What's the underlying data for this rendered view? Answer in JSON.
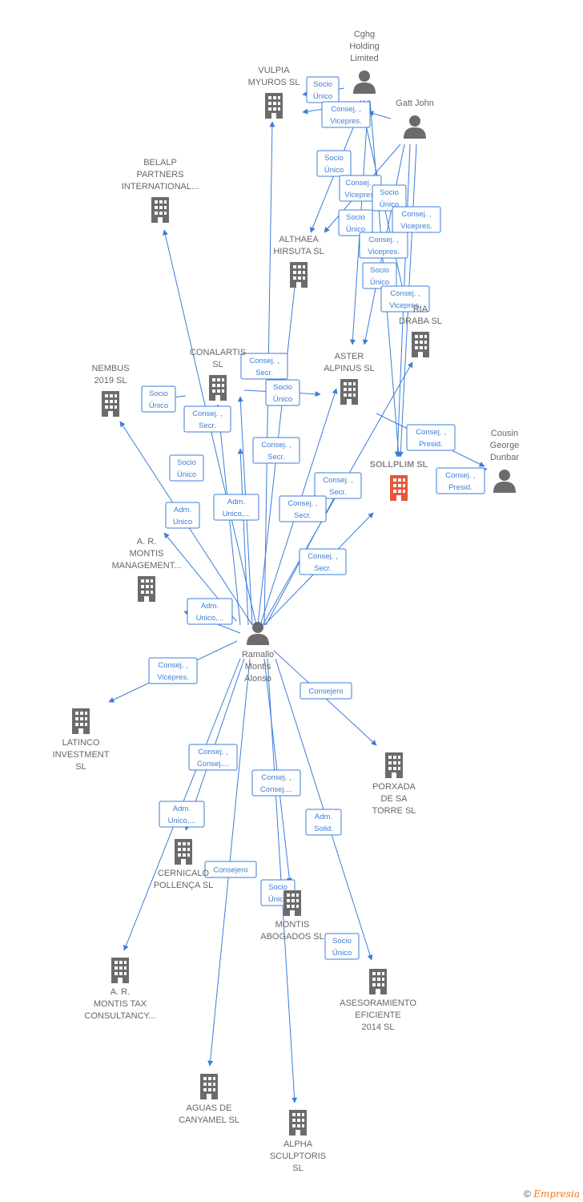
{
  "colors": {
    "company": "#6b6b6b",
    "focus_company": "#e8563a",
    "person": "#6b6b6b",
    "edge": "#3b7dd8"
  },
  "footer": {
    "copyright": "©",
    "brand": "Empresia"
  },
  "nodes": [
    {
      "id": "cghg",
      "type": "person",
      "label": [
        "Cghg",
        "Holding",
        "Limited"
      ]
    },
    {
      "id": "gatt",
      "type": "person",
      "label": [
        "Gatt John"
      ]
    },
    {
      "id": "vulpia",
      "type": "company",
      "label": [
        "VULPIA",
        "MYUROS  SL"
      ]
    },
    {
      "id": "belalp",
      "type": "company",
      "label": [
        "BELALP",
        "PARTNERS",
        "INTERNATIONAL..."
      ]
    },
    {
      "id": "althaea",
      "type": "company",
      "label": [
        "ALTHAEA",
        "HIRSUTA  SL"
      ]
    },
    {
      "id": "draba",
      "type": "company",
      "label": [
        "RIA",
        "DRABA  SL"
      ]
    },
    {
      "id": "conalartis",
      "type": "company",
      "label": [
        "CONALARTIS",
        "SL"
      ]
    },
    {
      "id": "aster",
      "type": "company",
      "label": [
        "ASTER",
        "ALPINUS  SL"
      ]
    },
    {
      "id": "nembus",
      "type": "company",
      "label": [
        "NEMBUS",
        "2019  SL"
      ]
    },
    {
      "id": "sollplim",
      "type": "company",
      "focus": true,
      "label": [
        "SOLLPLIM  SL"
      ]
    },
    {
      "id": "cousin",
      "type": "person",
      "label": [
        "Cousin",
        "George",
        "Dunbar"
      ]
    },
    {
      "id": "armontis",
      "type": "company",
      "label": [
        "A. R.",
        "MONTIS",
        "MANAGEMENT..."
      ]
    },
    {
      "id": "ramallo",
      "type": "person",
      "label": [
        "Ramallo",
        "Montis",
        "Alonso"
      ]
    },
    {
      "id": "latinco",
      "type": "company",
      "label": [
        "LATINCO",
        "INVESTMENT",
        "SL"
      ]
    },
    {
      "id": "porxada",
      "type": "company",
      "label": [
        "PORXADA",
        "DE SA",
        "TORRE SL"
      ]
    },
    {
      "id": "cernicalo",
      "type": "company",
      "label": [
        "CERNICALO",
        "POLLENÇA  SL"
      ]
    },
    {
      "id": "montisabog",
      "type": "company",
      "label": [
        "MONTIS",
        "ABOGADOS SL"
      ]
    },
    {
      "id": "armontistax",
      "type": "company",
      "label": [
        "A.  R.",
        "MONTIS TAX",
        "CONSULTANCY..."
      ]
    },
    {
      "id": "asesoramiento",
      "type": "company",
      "label": [
        "ASESORAMIENTO",
        "EFICIENTE",
        "2014  SL"
      ]
    },
    {
      "id": "aguas",
      "type": "company",
      "label": [
        "AGUAS DE",
        "CANYAMEL SL"
      ]
    },
    {
      "id": "alpha",
      "type": "company",
      "label": [
        "ALPHA",
        "SCULPTORIS",
        "SL"
      ]
    }
  ],
  "relations": [
    [
      "Socio",
      "Único"
    ],
    [
      "Consej. ,",
      "Vicepres."
    ],
    [
      "Socio",
      "Único"
    ],
    [
      "Consej. ,",
      "Vicepres."
    ],
    [
      "Socio",
      "Único"
    ],
    [
      "Socio",
      "Único"
    ],
    [
      "Consej. ,",
      "Vicepres."
    ],
    [
      "Consej. ,",
      "Vicepres."
    ],
    [
      "Socio",
      "Único"
    ],
    [
      "Consej. ,",
      "Vicepres."
    ],
    [
      "Consej. ,",
      "Secr."
    ],
    [
      "Socio",
      "Único"
    ],
    [
      "Socio",
      "Único"
    ],
    [
      "Consej. ,",
      "Secr."
    ],
    [
      "Consej. ,",
      "Presid."
    ],
    [
      "Consej. ,",
      "Presid."
    ],
    [
      "Consej. ,",
      "Secr."
    ],
    [
      "Socio",
      "Único"
    ],
    [
      "Consej. ,",
      "Secr."
    ],
    [
      "Adm.",
      "Unico"
    ],
    [
      "Adm.",
      "Unico,..."
    ],
    [
      "Consej. ,",
      "Secr."
    ],
    [
      "Consej. ,",
      "Secr."
    ],
    [
      "Adm.",
      "Unico,..."
    ],
    [
      "Consej. ,",
      "Vicepres."
    ],
    [
      "Consejero"
    ],
    [
      "Consej. ,",
      "Consej...."
    ],
    [
      "Consej. ,",
      "Consej...."
    ],
    [
      "Adm.",
      "Unico,..."
    ],
    [
      "Adm.",
      "Solid."
    ],
    [
      "Consejero"
    ],
    [
      "Socio",
      "Único"
    ],
    [
      "Socio",
      "Único"
    ]
  ]
}
